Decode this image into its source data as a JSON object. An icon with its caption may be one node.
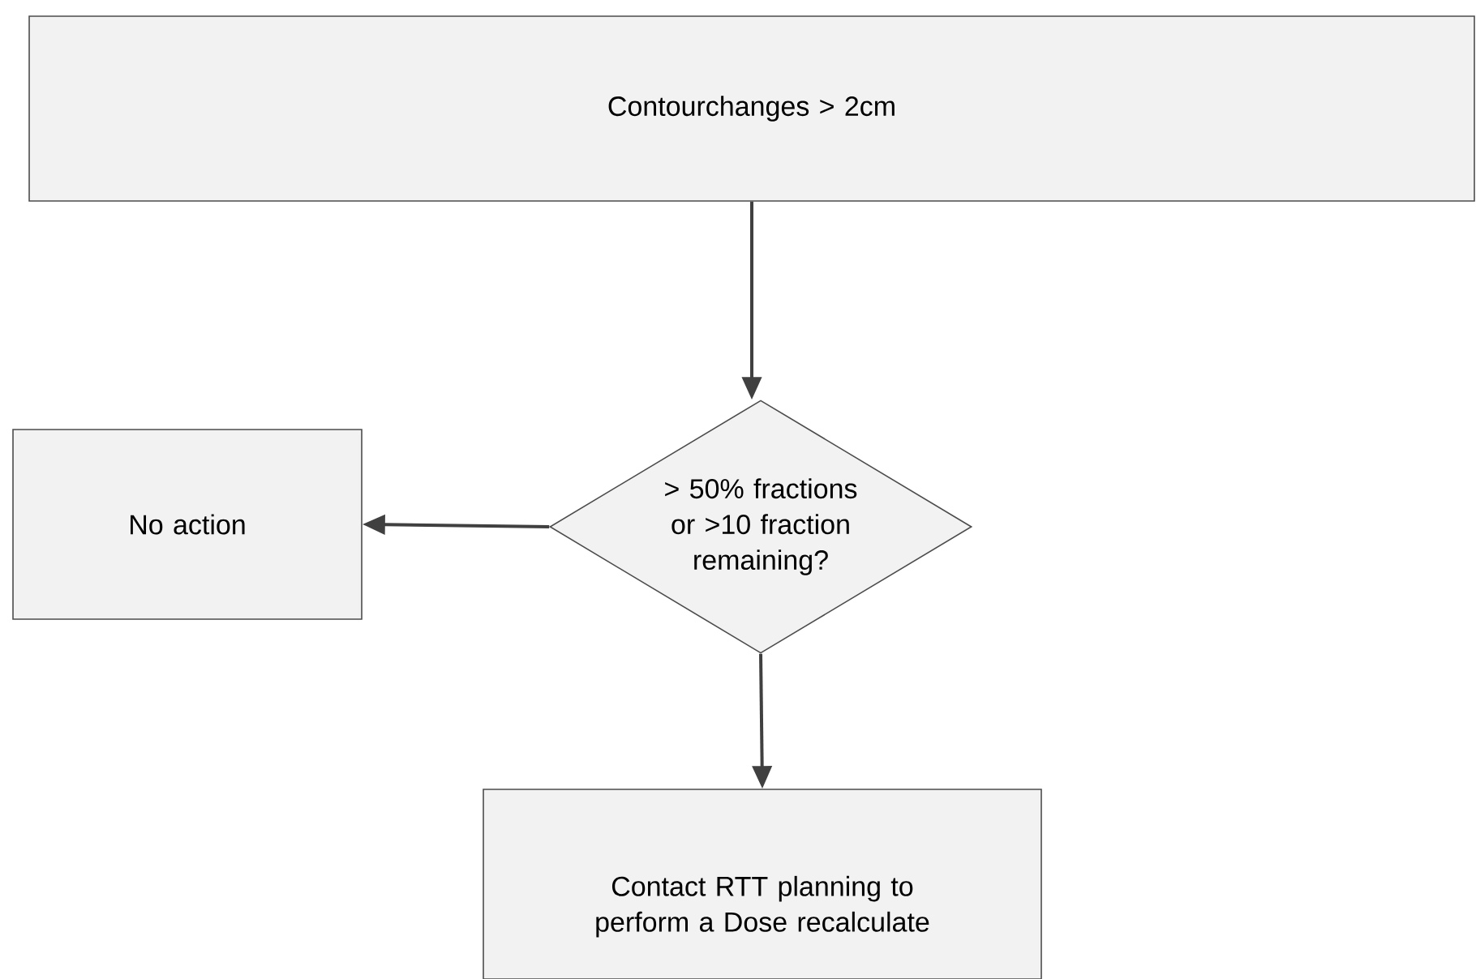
{
  "diagram": {
    "nodes": [
      {
        "text": [
          "Contourchanges > 2cm"
        ]
      },
      {
        "text": [
          "> 50% fractions or >10 fraction remaining?"
        ]
      },
      {
        "text": [
          "No action"
        ]
      },
      {
        "text": [
          "Contact RTT planning to perform a Dose recalculate"
        ]
      }
    ],
    "edges": [
      {
        "from": 0,
        "to": 1,
        "arrow": "to"
      },
      {
        "from": 1,
        "to": 2,
        "arrow": "to"
      },
      {
        "from": 1,
        "to": 3,
        "arrow": "to"
      }
    ]
  }
}
